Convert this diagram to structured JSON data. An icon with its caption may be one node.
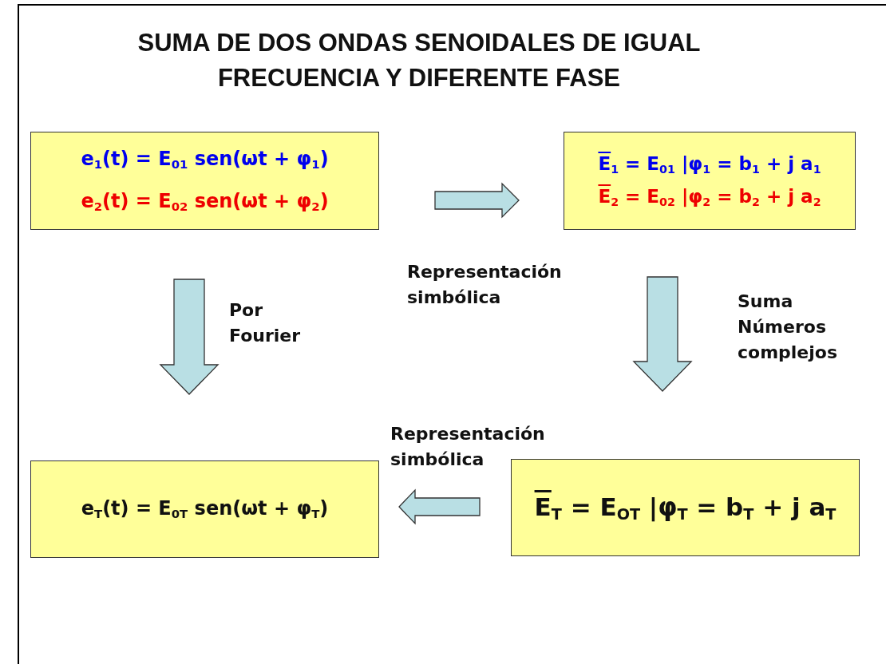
{
  "diagram": {
    "title": "SUMA DE DOS ONDAS SENOIDALES DE IGUAL FRECUENCIA Y DIFERENTE FASE",
    "nodes": [
      {
        "text": [
          "e$_{1}$(t) = E$_{01}$ sen(ωt + φ$_{1}$)",
          "e$_{2}$(t) = E$_{02}$ sen(ωt + φ$_{2}$)"
        ]
      },
      {
        "text": [
          "E$_{1}$ = E$_{01}$ |φ$_{1}$ = b$_{1}$ + j a$_{1}$",
          "E$_{2}$ = E$_{02}$ |φ$_{2}$ = b$_{2}$ + j a$_{2}$"
        ]
      },
      {
        "text": [
          "e$_{T}$(t) = E$_{0T}$ sen(ωt + φ$_{T}$)"
        ]
      },
      {
        "text": [
          "E$_{T}$ = E$_{OT}$ |φ$_{T}$ = b$_{T}$ + j a$_{T}$"
        ]
      }
    ],
    "edges": [
      {
        "from": 0,
        "to": 1,
        "arrow": "to",
        "label": "Representación simbólica"
      },
      {
        "from": 0,
        "to": 2,
        "arrow": "to",
        "label": "Por Fourier"
      },
      {
        "from": 1,
        "to": 3,
        "arrow": "to",
        "label": "Suma Números complejos"
      },
      {
        "from": 3,
        "to": 2,
        "arrow": "to",
        "label": "Representación simbólica"
      }
    ]
  }
}
